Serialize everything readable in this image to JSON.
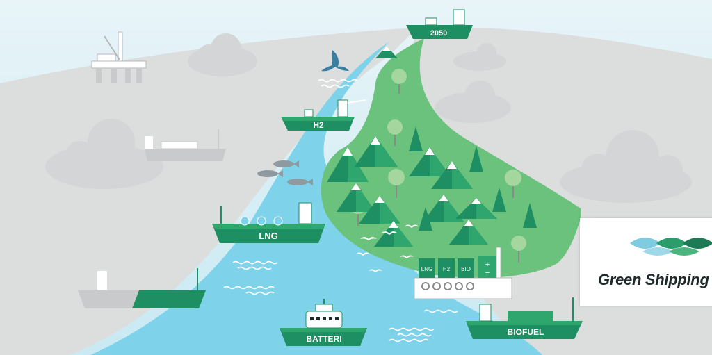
{
  "scene": {
    "colors": {
      "sky": "#d6eef6",
      "land_gray": "#dcdddd",
      "sea": "#7ed3ea",
      "grass": "#6ac27c",
      "ship_green": "#1e8f62",
      "ship_deck": "#2fa66e"
    },
    "ships": {
      "top": "2050",
      "hydrogen": "H2",
      "lng": "LNG",
      "battery": "BATTERI",
      "biofuel": "BIOFUEL"
    },
    "harbor_tanks": [
      "LNG",
      "H2",
      "BIO"
    ],
    "battery_symbols": {
      "plus": "+",
      "minus": "−"
    }
  },
  "logo": {
    "text": "Green Shipping P",
    "colors": [
      "#7fcbe0",
      "#2a9d6a",
      "#1e7a55"
    ]
  }
}
